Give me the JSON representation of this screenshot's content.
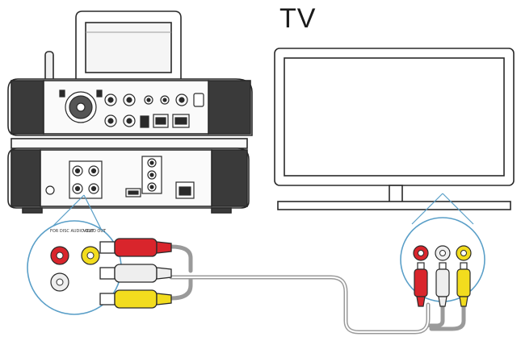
{
  "tv_label": "TV",
  "callout_left": {
    "red_jack_label": "FOR DISC AUDIO OUT",
    "yellow_jack_label": "VIDEO OUT"
  },
  "colors": {
    "red": "#d9252c",
    "white": "#eeeeee",
    "yellow": "#f2dc1e",
    "outline": "#2a2a2a",
    "device_dark": "#3a3a3a",
    "cable": "#9a9a9a"
  }
}
